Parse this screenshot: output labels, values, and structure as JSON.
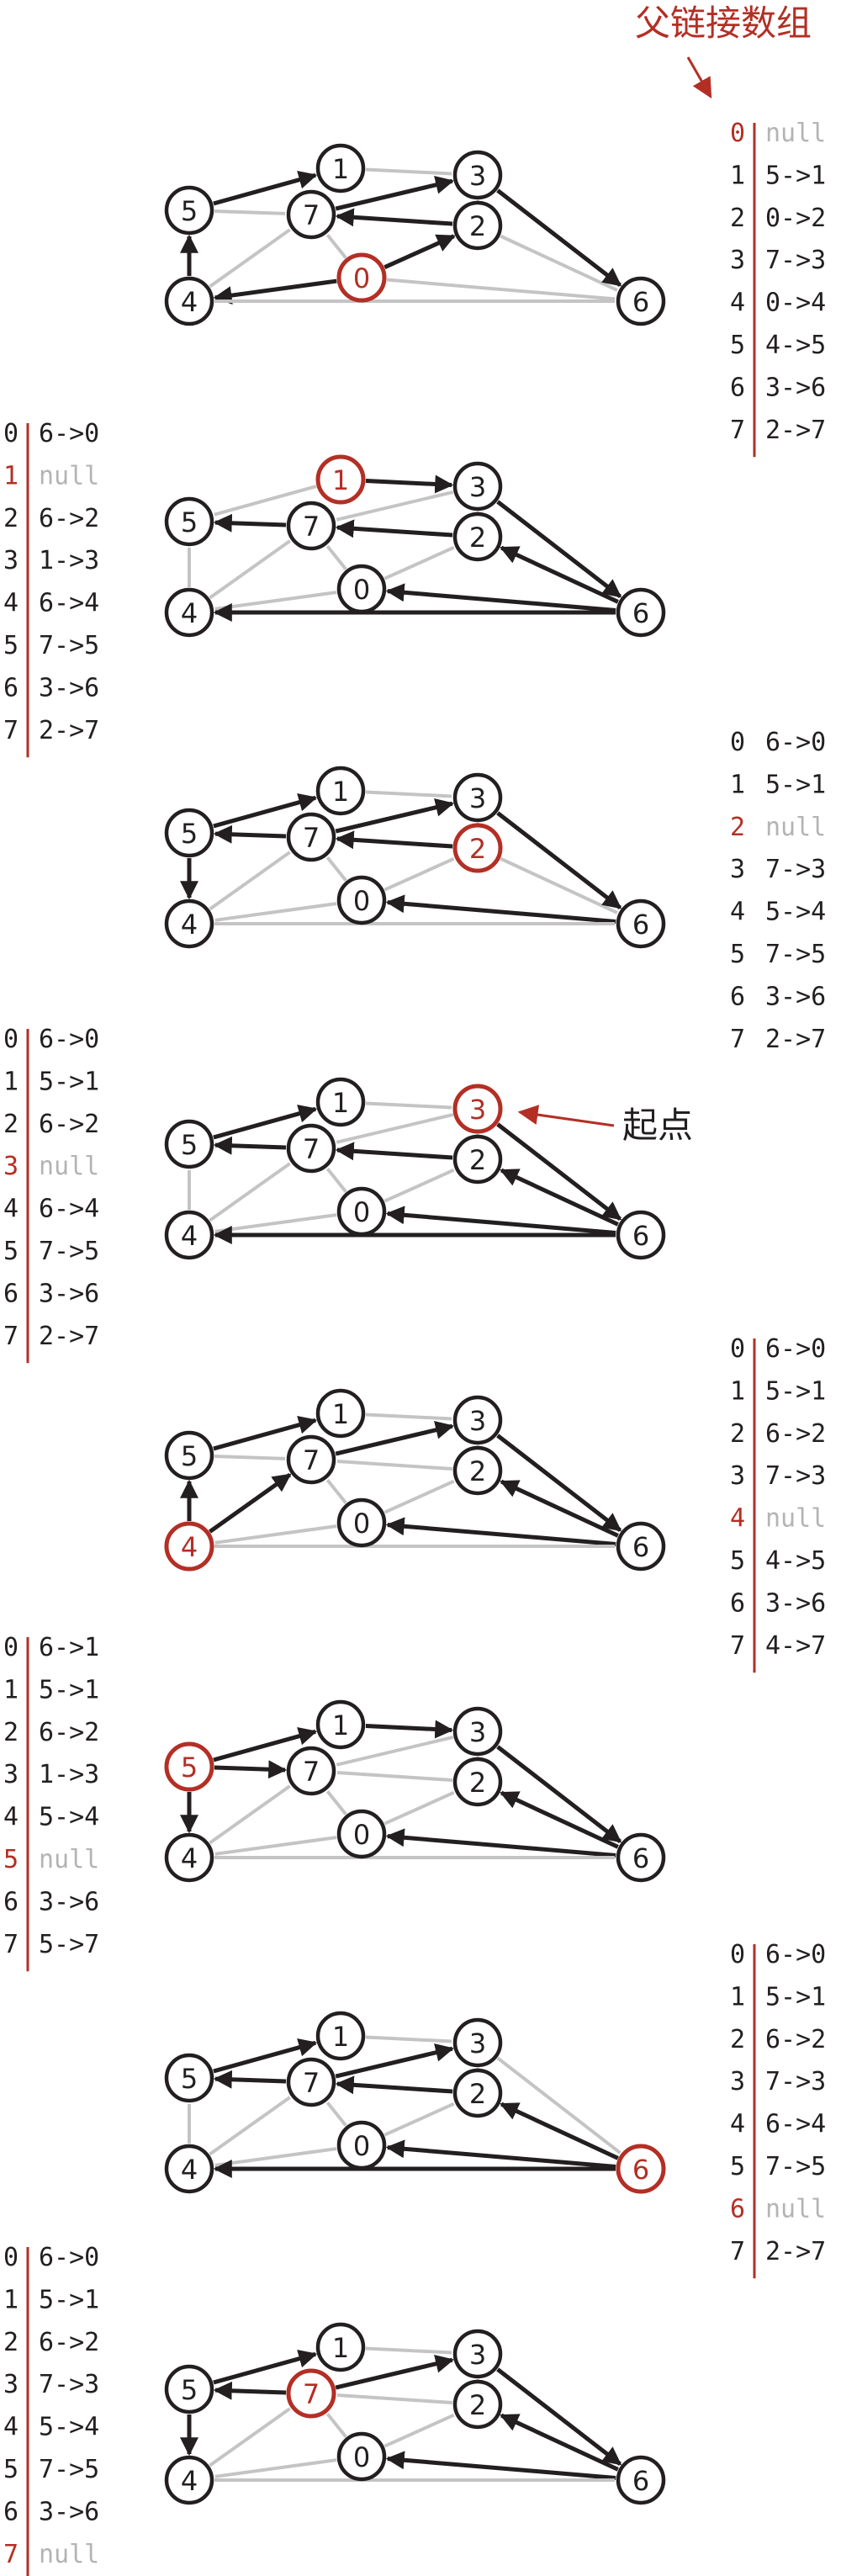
{
  "colors": {
    "tree_edge": "#231f20",
    "other_edge": "#c4c4c4",
    "highlight": "#b32f25",
    "null_text": "#b4b4b4",
    "text": "#231f20"
  },
  "annotations": {
    "parent_link_array": "父链接数组",
    "start_point": "起点"
  },
  "edges": [
    [
      "0",
      "4"
    ],
    [
      "0",
      "2"
    ],
    [
      "0",
      "7"
    ],
    [
      "0",
      "6"
    ],
    [
      "1",
      "5"
    ],
    [
      "1",
      "3"
    ],
    [
      "2",
      "7"
    ],
    [
      "2",
      "3"
    ],
    [
      "2",
      "6"
    ],
    [
      "3",
      "7"
    ],
    [
      "3",
      "6"
    ],
    [
      "4",
      "6"
    ],
    [
      "4",
      "5"
    ],
    [
      "4",
      "7"
    ],
    [
      "5",
      "7"
    ]
  ],
  "panels": [
    {
      "highlight": "0",
      "parent": {
        "0": null,
        "1": "5",
        "2": "0",
        "3": "7",
        "4": "0",
        "5": "4",
        "6": "3",
        "7": "2"
      },
      "table": [
        "0 null",
        "1 5->1",
        "2 0->2",
        "3 7->3",
        "4 0->4",
        "5 4->5",
        "6 3->6",
        "7 2->7"
      ]
    },
    {
      "highlight": "1",
      "parent": {
        "0": "6",
        "1": null,
        "2": "6",
        "3": "1",
        "4": "6",
        "5": "7",
        "6": "3",
        "7": "2"
      },
      "table": [
        "0 6->0",
        "1 null",
        "2 6->2",
        "3 1->3",
        "4 6->4",
        "5 7->5",
        "6 3->6",
        "7 2->7"
      ]
    },
    {
      "highlight": "2",
      "parent": {
        "0": "6",
        "1": "5",
        "2": null,
        "3": "7",
        "4": "5",
        "5": "7",
        "6": "3",
        "7": "2"
      },
      "table": [
        "0 6->0",
        "1 5->1",
        "2 null",
        "3 7->3",
        "4 5->4",
        "5 7->5",
        "6 3->6",
        "7 2->7"
      ]
    },
    {
      "highlight": "3",
      "parent": {
        "0": "6",
        "1": "5",
        "2": "6",
        "3": null,
        "4": "6",
        "5": "7",
        "6": "3",
        "7": "2"
      },
      "table": [
        "0 6->0",
        "1 5->1",
        "2 6->2",
        "3 null",
        "4 6->4",
        "5 7->5",
        "6 3->6",
        "7 2->7"
      ]
    },
    {
      "highlight": "4",
      "parent": {
        "0": "6",
        "1": "5",
        "2": "6",
        "3": "7",
        "4": null,
        "5": "4",
        "6": "3",
        "7": "4"
      },
      "table": [
        "0 6->0",
        "1 5->1",
        "2 6->2",
        "3 7->3",
        "4 null",
        "5 4->5",
        "6 3->6",
        "7 4->7"
      ]
    },
    {
      "highlight": "5",
      "parent": {
        "0": "6",
        "1": "5",
        "2": "6",
        "3": "1",
        "4": "5",
        "5": null,
        "6": "3",
        "7": "5"
      },
      "table": [
        "0 6->1",
        "1 5->1",
        "2 6->2",
        "3 1->3",
        "4 5->4",
        "5 null",
        "6 3->6",
        "7 5->7"
      ]
    },
    {
      "highlight": "6",
      "parent": {
        "0": "6",
        "1": "5",
        "2": "6",
        "3": "7",
        "4": "6",
        "5": "7",
        "6": null,
        "7": "2"
      },
      "table": [
        "0 6->0",
        "1 5->1",
        "2 6->2",
        "3 7->3",
        "4 6->4",
        "5 7->5",
        "6 null",
        "7 2->7"
      ]
    },
    {
      "highlight": "7",
      "parent": {
        "0": "6",
        "1": "5",
        "2": "6",
        "3": "7",
        "4": "5",
        "5": "7",
        "6": "3",
        "7": null
      },
      "table": [
        "0 6->0",
        "1 5->1",
        "2 6->2",
        "3 7->3",
        "4 5->4",
        "5 7->5",
        "6 3->6",
        "7 null"
      ]
    }
  ]
}
